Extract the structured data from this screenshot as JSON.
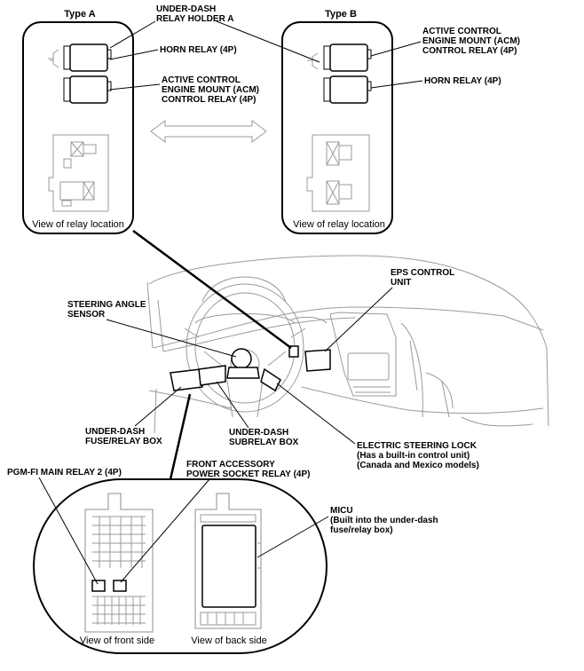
{
  "type_a": {
    "title": "Type A",
    "view_label": "View of relay location"
  },
  "type_b": {
    "title": "Type B",
    "view_label": "View of relay location"
  },
  "labels": {
    "under_dash_relay_holder": [
      "UNDER-DASH",
      "RELAY HOLDER A"
    ],
    "horn_relay_a": [
      "HORN RELAY (4P)"
    ],
    "acm_relay_a": [
      "ACTIVE CONTROL",
      "ENGINE MOUNT (ACM)",
      "CONTROL RELAY (4P)"
    ],
    "acm_relay_b": [
      "ACTIVE CONTROL",
      "ENGINE MOUNT (ACM)",
      "CONTROL RELAY (4P)"
    ],
    "horn_relay_b": [
      "HORN RELAY (4P)"
    ],
    "eps_control_unit": [
      "EPS CONTROL",
      "UNIT"
    ],
    "steering_angle_sensor": [
      "STEERING ANGLE",
      "SENSOR"
    ],
    "under_dash_fuse_relay_box": [
      "UNDER-DASH",
      "FUSE/RELAY BOX"
    ],
    "under_dash_subrelay_box": [
      "UNDER-DASH",
      "SUBRELAY BOX"
    ],
    "electric_steering_lock": [
      "ELECTRIC STEERING LOCK",
      "(Has a built-in control unit)",
      "(Canada and Mexico models)"
    ],
    "pgm_fi_main_relay": [
      "PGM-FI MAIN RELAY 2 (4P)"
    ],
    "front_accessory_relay": [
      "FRONT ACCESSORY",
      "POWER SOCKET RELAY (4P)"
    ],
    "micu": [
      "MICU",
      "(Built into the under-dash",
      "fuse/relay box)"
    ]
  },
  "bottom": {
    "front_view_label": "View of front side",
    "back_view_label": "View of back side"
  }
}
